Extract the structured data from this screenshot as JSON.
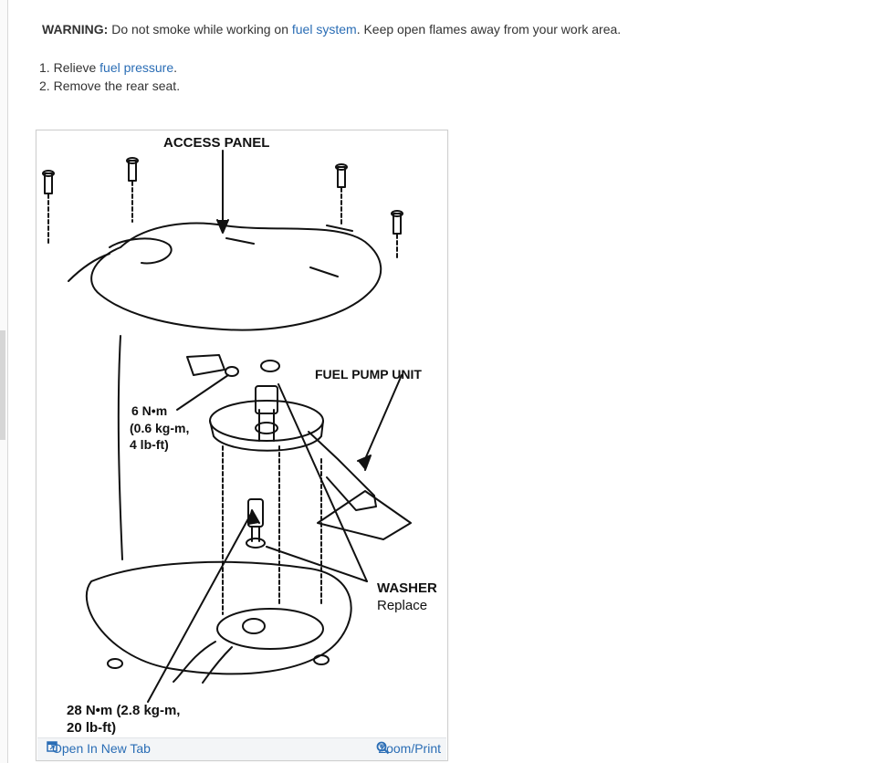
{
  "warning": {
    "label": "WARNING:",
    "text_before": "Do not smoke while working on",
    "link": "fuel system",
    "text_after": ". Keep open flames away from your work area."
  },
  "steps": [
    {
      "number": "1.",
      "text_before": "Relieve",
      "link": "fuel pressure",
      "text_after": "."
    },
    {
      "number": "2.",
      "text": "Remove the rear seat."
    }
  ],
  "figure": {
    "labels": {
      "access_panel": "ACCESS PANEL",
      "fuel_pump_unit": "FUEL PUMP UNIT",
      "torque_small_1": "6 N•m",
      "torque_small_2": "(0.6 kg-m,",
      "torque_small_3": "4 lb-ft)",
      "washer": "WASHER",
      "replace": "Replace",
      "torque_large_1": "28 N•m (2.8 kg-m,",
      "torque_large_2": "20 lb-ft)"
    },
    "footer": {
      "open_label": "Open In New Tab",
      "zoom_label": "Zoom/Print",
      "open_icon": "open-new-tab-icon",
      "zoom_icon": "magnifier-icon",
      "link_color": "#2a6db5"
    }
  }
}
